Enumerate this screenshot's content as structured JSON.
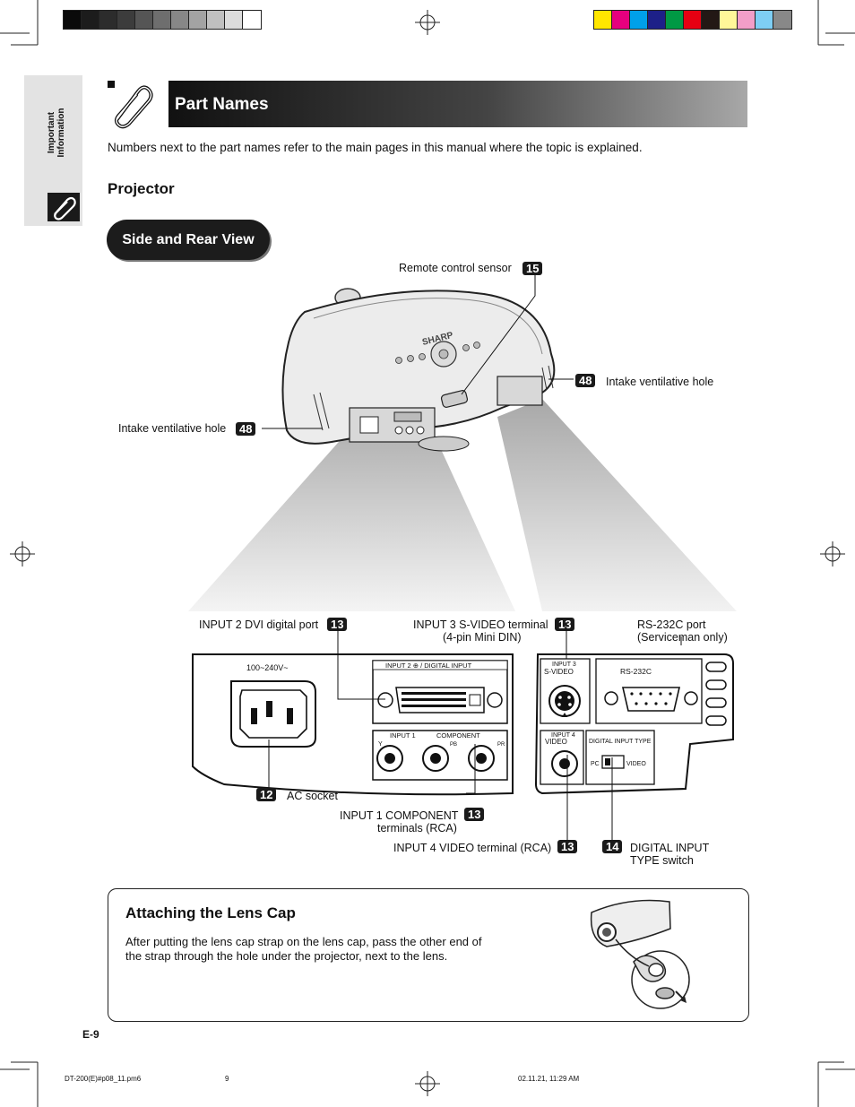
{
  "header": {
    "title": "Part Names",
    "intro": "Numbers next to the part names refer to the main pages in this manual where the topic is explained.",
    "sidebar_label_line1": "Important",
    "sidebar_label_line2": "Information"
  },
  "section": {
    "title": "Projector",
    "subtitle": "Side and Rear View"
  },
  "callouts": {
    "remote_sensor": {
      "label": "Remote control sensor",
      "page": "15"
    },
    "intake_right": {
      "label": "Intake ventilative hole",
      "page": "48"
    },
    "intake_left": {
      "label": "Intake ventilative hole",
      "page": "48"
    },
    "dvi_port": {
      "label": "INPUT 2 DVI digital port",
      "page": "13"
    },
    "svideo_terminal": {
      "label_line1": "INPUT 3 S-VIDEO terminal",
      "label_line2": "(4-pin Mini DIN)",
      "page": "13"
    },
    "rs232c": {
      "label_line1": "RS-232C port",
      "label_line2": "(Serviceman only)"
    },
    "ac_socket": {
      "label": "AC socket",
      "page": "12"
    },
    "component": {
      "label_line1": "INPUT 1 COMPONENT",
      "label_line2": "terminals (RCA)",
      "page": "13"
    },
    "video_terminal": {
      "label": "INPUT 4 VIDEO terminal (RCA)",
      "page": "13"
    },
    "digital_switch": {
      "label_line1": "DIGITAL INPUT",
      "label_line2": "TYPE switch",
      "page": "14"
    }
  },
  "panel_labels": {
    "voltage": "100~240V~",
    "input2": "INPUT 2 ⊕ / DIGITAL INPUT",
    "input1": "INPUT 1",
    "component": "COMPONENT",
    "y": "Y",
    "pb": "PB",
    "pr": "PR",
    "input3_line1": "INPUT 3",
    "input3_line2": "S-VIDEO",
    "rs232c": "RS-232C",
    "input4_line1": "INPUT 4",
    "input4_line2": "VIDEO",
    "digital_type": "DIGITAL INPUT TYPE",
    "pc": "PC",
    "video": "VIDEO"
  },
  "projector_brand": "SHARP",
  "lens_cap": {
    "title": "Attaching the Lens Cap",
    "body_line1": "After putting the lens cap strap on the lens cap, pass the other end of",
    "body_line2": "the strap through the hole under the projector, next to the lens."
  },
  "footer": {
    "page_number": "E-9",
    "file": "DT-200(E)#p08_11.pm6",
    "sheet": "9",
    "timestamp": "02.11.21, 11:29 AM"
  },
  "colors": {
    "gray_bar": [
      "#0a0a0a",
      "#1c1c1c",
      "#2c2c2c",
      "#3c3c3c",
      "#555555",
      "#6e6e6e",
      "#878787",
      "#a3a3a3",
      "#c0c0c0",
      "#dcdcdc",
      "#ffffff"
    ],
    "color_bar": [
      "#ffe600",
      "#e6007e",
      "#00a0e9",
      "#1d2088",
      "#009944",
      "#e60012",
      "#231815",
      "#fff799",
      "#f29ec8",
      "#7ecef4",
      "#888888"
    ]
  }
}
